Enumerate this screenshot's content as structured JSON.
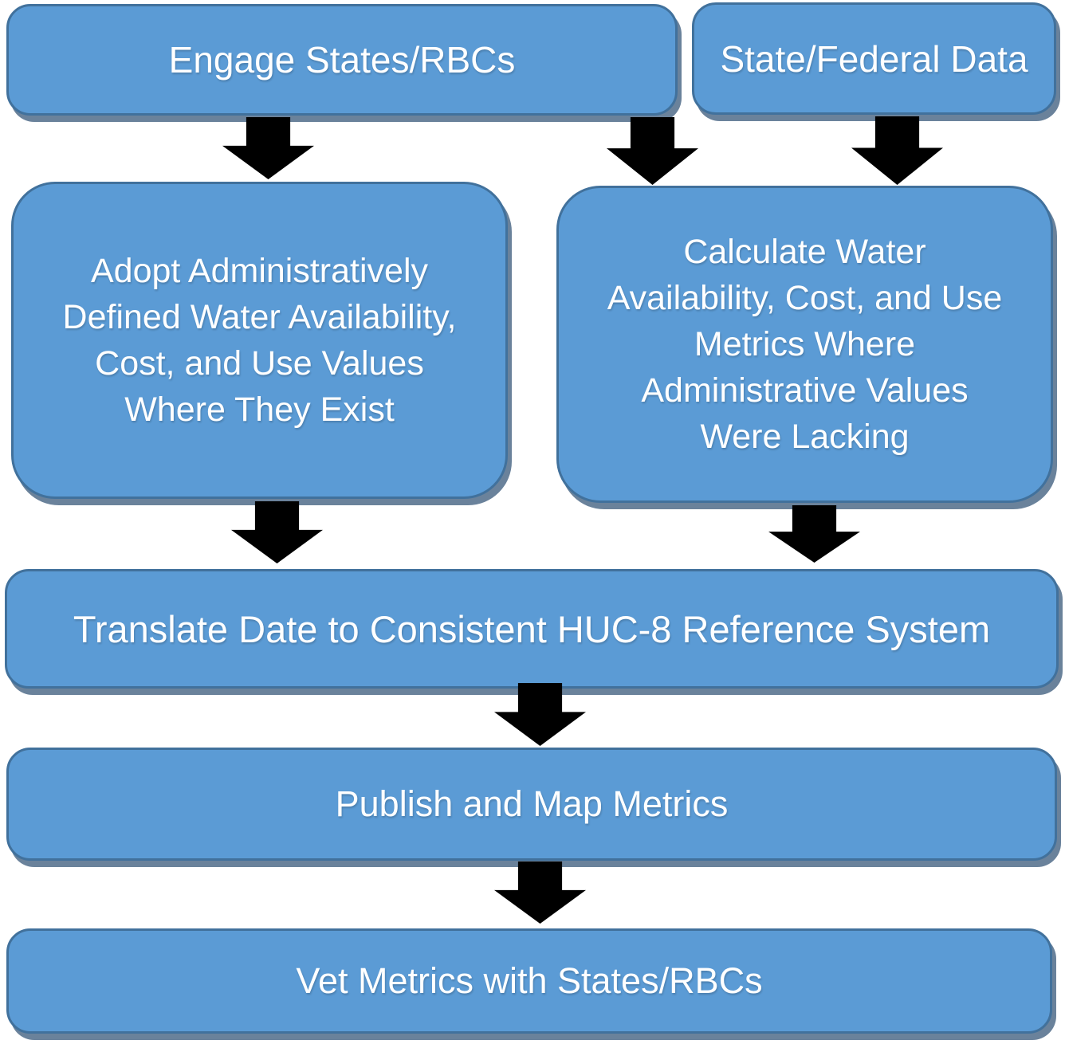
{
  "diagram": {
    "type": "flowchart",
    "boxes": {
      "engage": {
        "label": "Engage States/RBCs"
      },
      "state_federal": {
        "label": "State/Federal Data"
      },
      "adopt": {
        "label": "Adopt Administratively\nDefined Water Availability,\nCost, and Use Values\nWhere They Exist"
      },
      "calculate": {
        "label": "Calculate Water\nAvailability, Cost, and Use\nMetrics Where\nAdministrative Values\nWere Lacking"
      },
      "translate": {
        "label": "Translate Date to Consistent HUC-8 Reference System"
      },
      "publish": {
        "label": "Publish and Map Metrics"
      },
      "vet": {
        "label": "Vet Metrics with States/RBCs"
      }
    },
    "connections": [
      "engage -> adopt",
      "engage -> calculate",
      "state_federal -> calculate",
      "adopt -> translate",
      "calculate -> translate",
      "translate -> publish",
      "publish -> vet"
    ],
    "colors": {
      "box_fill": "#5B9BD5",
      "box_border": "#41719C",
      "arrow": "#000000",
      "text": "#FFFFFF"
    }
  }
}
